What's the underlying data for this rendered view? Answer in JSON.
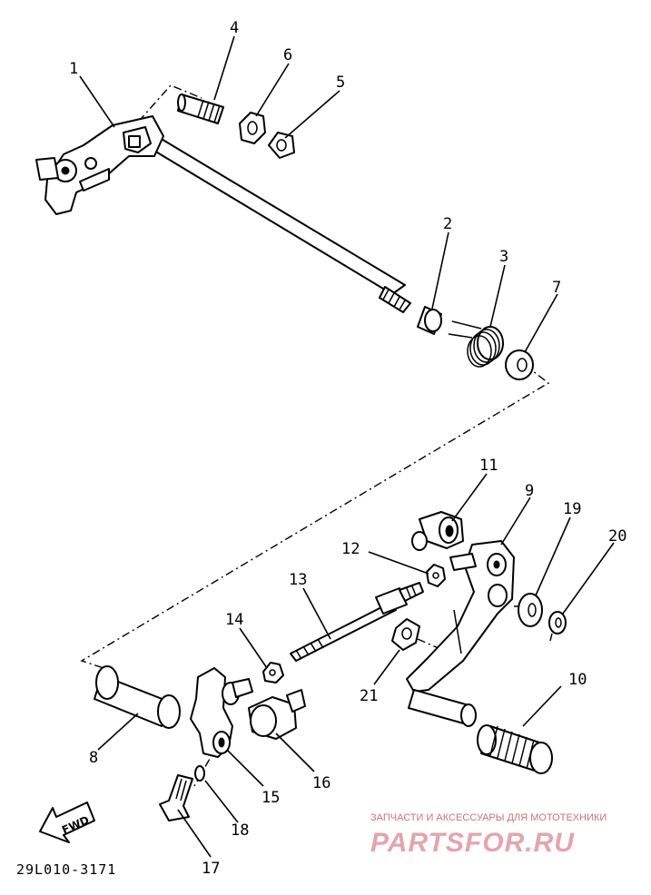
{
  "diagram": {
    "part_numbers": [
      "1",
      "2",
      "3",
      "4",
      "5",
      "6",
      "7",
      "8",
      "9",
      "10",
      "11",
      "12",
      "13",
      "14",
      "15",
      "16",
      "17",
      "18",
      "19",
      "20",
      "21"
    ],
    "drawing_code": "29L010-3171",
    "direction_label": "FWD"
  },
  "watermark": {
    "tagline": "ЗАПЧАСТИ И АКСЕССУАРЫ ДЛЯ МОТОТЕХНИКИ",
    "logo_text": "PARTSFOR.RU"
  }
}
